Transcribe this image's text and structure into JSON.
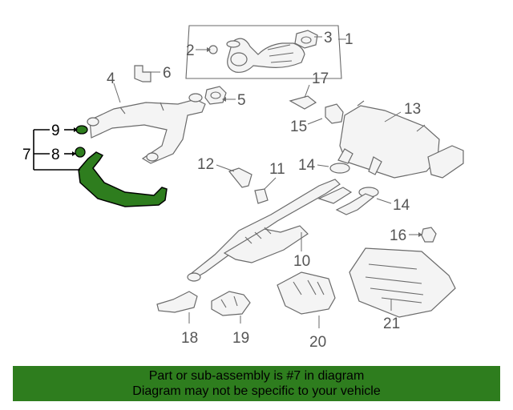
{
  "callouts": {
    "c1": "1",
    "c2": "2",
    "c3": "3",
    "c4": "4",
    "c5": "5",
    "c6": "6",
    "c7": "7",
    "c8": "8",
    "c9": "9",
    "c10": "10",
    "c11": "11",
    "c12": "12",
    "c13": "13",
    "c14a": "14",
    "c14b": "14",
    "c15": "15",
    "c16": "16",
    "c17": "17",
    "c18": "18",
    "c19": "19",
    "c20": "20",
    "c21": "21"
  },
  "highlight_color": "#2e7d1e",
  "banner": {
    "line1": "Part or sub-assembly is #7 in diagram",
    "line2": "Diagram may not be specific to your vehicle"
  }
}
